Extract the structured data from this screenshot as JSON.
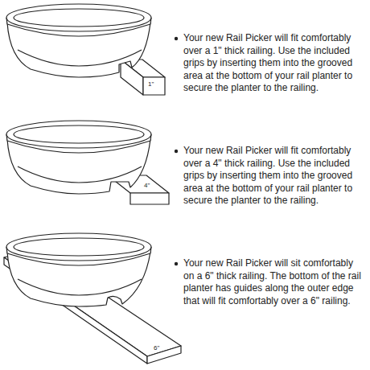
{
  "diagram": {
    "labels": [
      "Your new Rail Picker will fit comfortably over a 1\" thick railing. Use the included grips by inserting them into the grooved area at the bottom of your rail planter to secure the planter to the railing.",
      "1\"",
      "Your new Rail Picker will fit comfortably over a 4\" thick railing. Use the included grips by inserting them into the grooved area at the bottom of your rail planter to secure the planter to the railing.",
      "4\"",
      "Your new Rail Picker will sit comfortably on a 6\" thick railing. The bottom of the rail planter has guides along the outer edge that will fit comfortably over a 6\" railing.",
      "6\""
    ]
  }
}
